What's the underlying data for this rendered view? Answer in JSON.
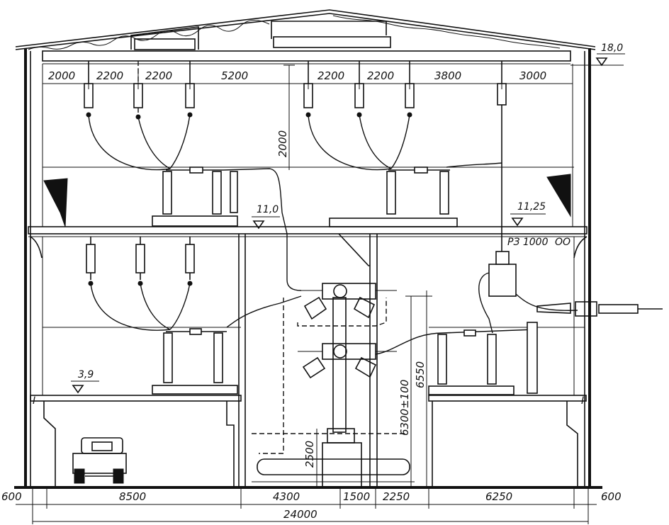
{
  "top_dims": [
    "2000",
    "2200",
    "2200",
    "5200",
    "2200",
    "2200",
    "3800",
    "3000"
  ],
  "bottom_dims": [
    "600",
    "8500",
    "4300",
    "1500",
    "2250",
    "6250",
    "600"
  ],
  "total_width": "24000",
  "levels": {
    "roof": "18,0",
    "floor2_left": "11,0",
    "floor2_right": "11,25",
    "floor1": "3,9"
  },
  "vertical_dims": {
    "bus_drop": "2000",
    "transformer_height": "6550",
    "transformer_top": "6300±100",
    "tank": "2500"
  },
  "labels": {
    "disconnector": "РЗ 1000",
    "disconnector_suffix": "ОО"
  },
  "marks": {
    "left_axis": "I",
    "right_axis": "I"
  }
}
